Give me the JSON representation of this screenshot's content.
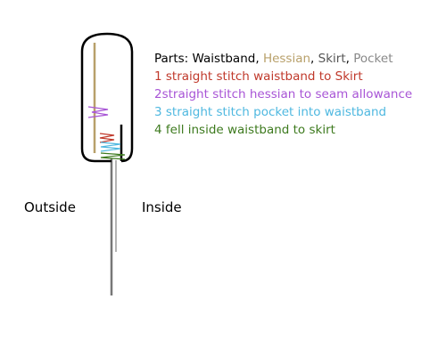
{
  "legend": {
    "parts_prefix": "Parts: ",
    "parts": [
      {
        "text": "Waistband",
        "color": "#000000"
      },
      {
        "text": ", ",
        "color": "#000000"
      },
      {
        "text": "Hessian",
        "color": "#b8a06a"
      },
      {
        "text": ", ",
        "color": "#000000"
      },
      {
        "text": "Skirt",
        "color": "#555555"
      },
      {
        "text": ", ",
        "color": "#000000"
      },
      {
        "text": "Pocket",
        "color": "#888888"
      }
    ],
    "steps": [
      {
        "text": "1 straight stitch waistband to Skirt",
        "color": "#c0392b"
      },
      {
        "text": "2straight stitch hessian to seam allowance",
        "color": "#a855d6"
      },
      {
        "text": "3 straight stitch pocket into waistband",
        "color": "#4fb8e0"
      },
      {
        "text": "4 fell inside waistband to skirt",
        "color": "#3d7a1e"
      }
    ]
  },
  "labels": {
    "outside": "Outside",
    "inside": "Inside"
  },
  "colors": {
    "waistband": "#000000",
    "hessian": "#b8a06a",
    "skirt": "#777777",
    "pocket": "#9a9a9a",
    "stitch1": "#c0392b",
    "stitch2": "#a855d6",
    "stitch3": "#4fb8e0",
    "stitch4": "#3d7a1e"
  }
}
